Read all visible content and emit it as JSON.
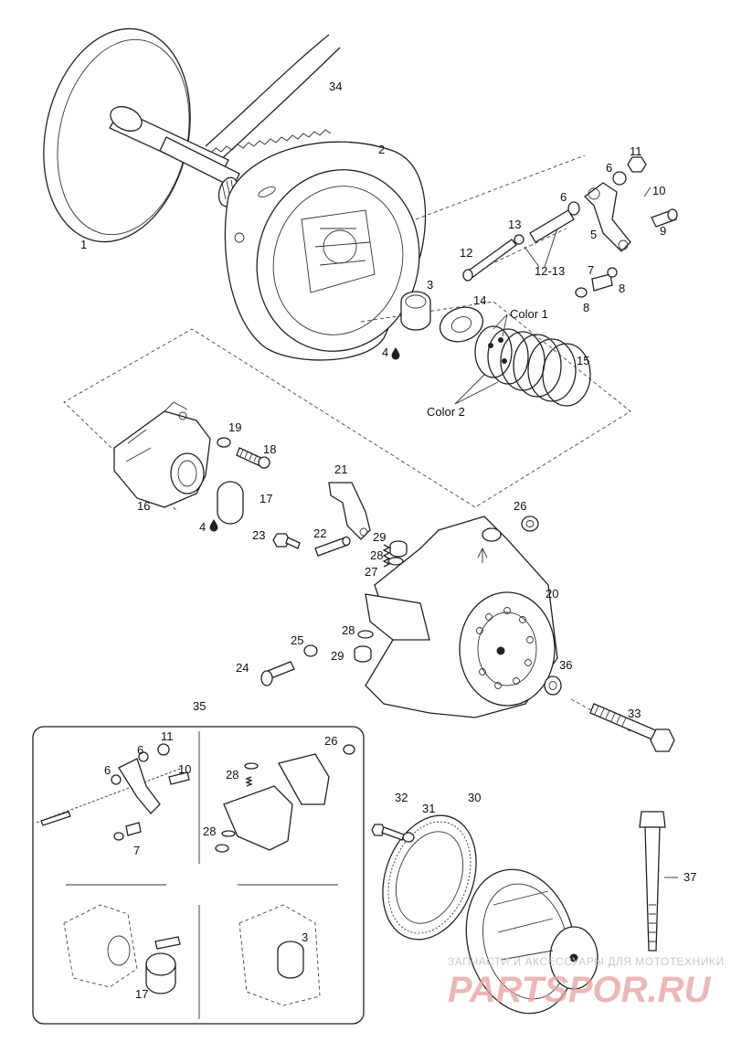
{
  "callouts": {
    "c1": "1",
    "c2": "2",
    "c3": "3",
    "c4a": "4",
    "c4b": "4",
    "c5": "5",
    "c6a": "6",
    "c6b": "6",
    "c7": "7",
    "c8a": "8",
    "c8b": "8",
    "c9": "9",
    "c10": "10",
    "c11": "11",
    "c12": "12",
    "c13": "13",
    "c1213": "12-13",
    "c14": "14",
    "c15": "15",
    "c16": "16",
    "c17": "17",
    "c18": "18",
    "c19": "19",
    "c20": "20",
    "c21": "21",
    "c22": "22",
    "c23": "23",
    "c24": "24",
    "c25": "25",
    "c26": "26",
    "c27": "27",
    "c28a": "28",
    "c28b": "28",
    "c29a": "29",
    "c29b": "29",
    "c30": "30",
    "c31": "31",
    "c32": "32",
    "c33": "33",
    "c34": "34",
    "c35": "35",
    "c36": "36",
    "c37": "37",
    "color1": "Color 1",
    "color2": "Color 2"
  },
  "inset": {
    "i11": "11",
    "i6a": "6",
    "i6b": "6",
    "i10": "10",
    "i7": "7",
    "i26": "26",
    "i28a": "28",
    "i28b": "28",
    "i3": "3",
    "i17": "17"
  },
  "watermark": {
    "line1": "ЗАПЧАСТИ И АКСЕССУАРЫ ДЛЯ МОТОТЕХНИКИ",
    "line2": "PARTSPOR.RU"
  }
}
